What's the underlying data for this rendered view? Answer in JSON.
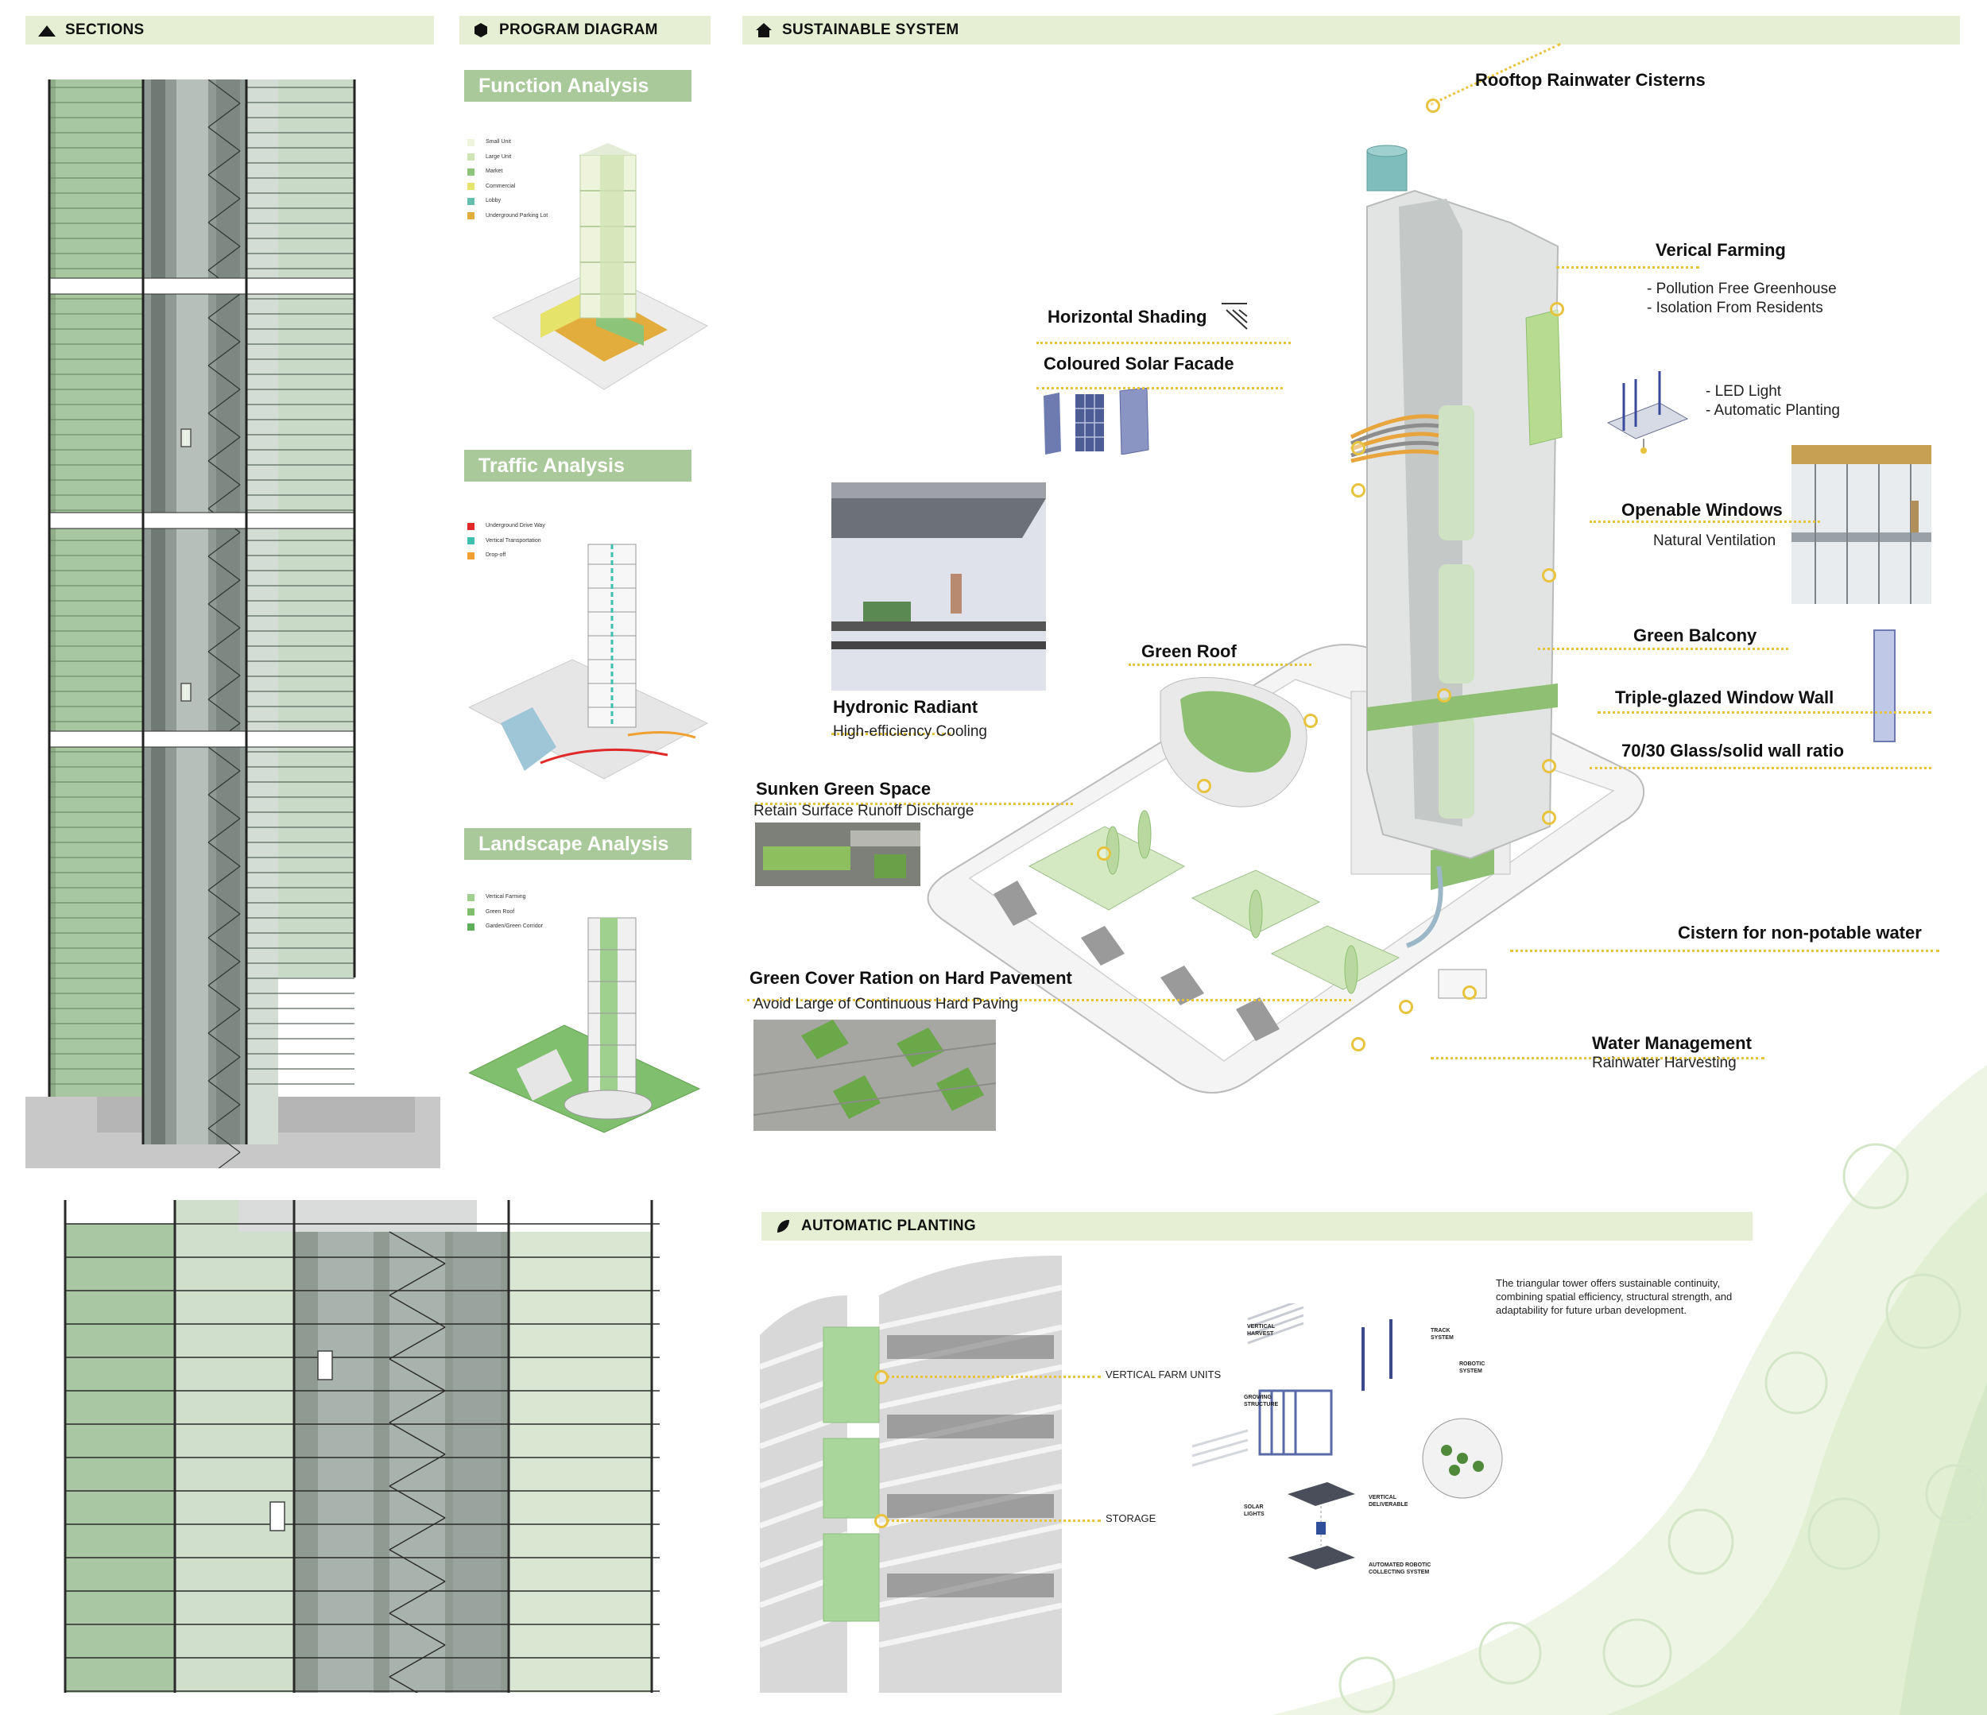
{
  "headers": {
    "sections": "SECTIONS",
    "program": "PROGRAM DIAGRAM",
    "sustainable": "SUSTAINABLE SYSTEM",
    "automatic": "AUTOMATIC PLANTING"
  },
  "program": {
    "function": {
      "title": "Function Analysis",
      "legend": [
        {
          "label": "Small Unit",
          "color": "#eef4dc"
        },
        {
          "label": "Large Unit",
          "color": "#cfe4b4"
        },
        {
          "label": "Market",
          "color": "#8cc47a"
        },
        {
          "label": "Commercial",
          "color": "#e6e36a"
        },
        {
          "label": "Lobby",
          "color": "#66bfae"
        },
        {
          "label": "Underground Parking Lot",
          "color": "#e2ad3c"
        }
      ]
    },
    "traffic": {
      "title": "Traffic Analysis",
      "legend": [
        {
          "label": "Underground Drive Way",
          "color": "#e02a2a"
        },
        {
          "label": "Vertical Transportation",
          "color": "#3fbfb0"
        },
        {
          "label": "Drop-off",
          "color": "#f0a030"
        }
      ]
    },
    "landscape": {
      "title": "Landscape Analysis",
      "legend": [
        {
          "label": "Vertical Farming",
          "color": "#9fd08e"
        },
        {
          "label": "Green Roof",
          "color": "#7fbf6e"
        },
        {
          "label": "Garden/Green Corridor",
          "color": "#5fae5a"
        }
      ]
    }
  },
  "sustainable": {
    "rooftop": "Rooftop Rainwater Cisterns",
    "farming_title": "Verical Farming",
    "farming_1": "- Pollution Free Greenhouse",
    "farming_2": "- Isolation From Residents",
    "led_1": "- LED Light",
    "led_2": "- Automatic Planting",
    "shading": "Horizontal Shading",
    "solar": "Coloured Solar Facade",
    "windows_title": "Openable Windows",
    "windows_sub": "Natural Ventilation",
    "green_balcony": "Green Balcony",
    "green_roof": "Green Roof",
    "hydronic_title": "Hydronic Radiant",
    "hydronic_sub": "High-efficiency Cooling",
    "triple": "Triple-glazed Window Wall",
    "ratio": "70/30 Glass/solid wall ratio",
    "sunken_title": "Sunken Green Space",
    "sunken_sub": "Retain Surface Runoff Discharge",
    "cistern": "Cistern for non-potable water",
    "cover_title": "Green Cover Ration on Hard Pavement",
    "cover_sub": "Avoid Large of Continuous Hard Paving",
    "water_title": "Water Management",
    "water_sub": "Rainwater Harvesting"
  },
  "automatic": {
    "farm_units": "VERTICAL FARM UNITS",
    "storage": "STORAGE",
    "description": "The triangular tower offers sustainable continuity, combining spatial efficiency, structural strength, and adaptability for future urban development.",
    "parts": {
      "harvest": "VERTICAL\nHARVEST",
      "growing": "GROWING\nSTRUCTURE",
      "solar": "SOLAR\nLIGHTS",
      "robotic": "ROBOTIC\nSYSTEM",
      "track": "TRACK\nSYSTEM",
      "deliverable": "VERTICAL\nDELIVERABLE",
      "collecting": "AUTOMATED ROBOTIC\nCOLLECTING SYSTEM"
    }
  }
}
